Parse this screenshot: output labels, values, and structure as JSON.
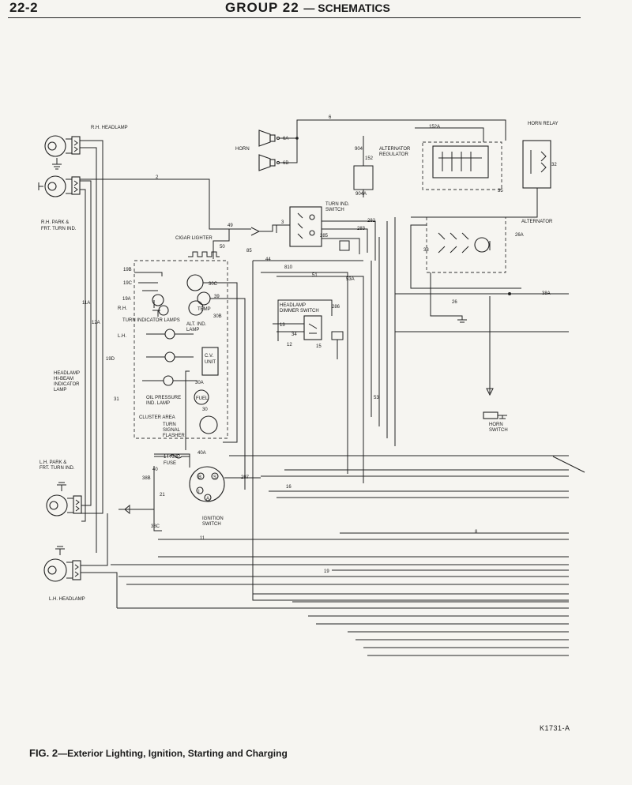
{
  "header": {
    "page_number": "22-2",
    "group_title": "GROUP 22",
    "group_subtitle": "— SCHEMATICS"
  },
  "labels": {
    "rh_headlamp": "R.H. HEADLAMP",
    "rh_park_1": "R.H. PARK &",
    "rh_park_2": "FRT. TURN IND.",
    "lh_park_1": "L.H. PARK &",
    "lh_park_2": "FRT. TURN IND.",
    "lh_headlamp": "L.H. HEADLAMP",
    "horn": "HORN",
    "alt_regulator_1": "ALTERNATOR",
    "alt_regulator_2": "REGULATOR",
    "horn_relay": "HORN RELAY",
    "alternator": "ALTERNATOR",
    "turn_switch_1": "TURN IND.",
    "turn_switch_2": "SWITCH",
    "cigar_lighter": "CIGAR LIGHTER",
    "turn_ind_lamps": "TURN INDICATOR LAMPS",
    "rh": "R.H.",
    "lh": "L.H.",
    "temp": "TEMP",
    "alt_ind_1": "ALT. IND.",
    "alt_ind_2": "LAMP",
    "cv_unit_1": "C.V.",
    "cv_unit_2": "UNIT",
    "fuel": "FUEL",
    "oil_1": "OIL PRESSURE",
    "oil_2": "IND. LAMP",
    "cluster_area": "CLUSTER AREA",
    "flasher_1": "TURN",
    "flasher_2": "SIGNAL",
    "flasher_3": "FLASHER",
    "hibeam_1": "HEADLAMP",
    "hibeam_2": "HI-BEAM",
    "hibeam_3": "INDICATOR",
    "hibeam_4": "LAMP",
    "dimmer_1": "HEADLAMP",
    "dimmer_2": "DIMMER SWITCH",
    "fuse_1": "14 AMP.",
    "fuse_2": "FUSE",
    "ign_1": "IGNITION",
    "ign_2": "SWITCH",
    "horn_switch_1": "HORN",
    "horn_switch_2": "SWITCH",
    "term_b": "B",
    "term_s": "S",
    "term_i": "I",
    "term_a": "A"
  },
  "wires": {
    "w6": "6",
    "w6a": "6A",
    "w6b": "6B",
    "w152a": "152A",
    "w904": "904",
    "w152": "152",
    "w904a": "904A",
    "w2": "2",
    "w49": "49",
    "w50": "50",
    "w85": "85",
    "w3": "3",
    "w282": "282",
    "w283": "283",
    "w285": "285",
    "w44": "44",
    "w810": "810",
    "w35": "35",
    "w32": "32",
    "w26a": "26A",
    "w38": "38",
    "w26": "26",
    "w38a": "38A",
    "w51": "51",
    "w53a": "53A",
    "w19b": "19B",
    "w19c": "19C",
    "w19a": "19A",
    "w39": "39",
    "w30c": "30C",
    "w30b": "30B",
    "w286": "286",
    "w13": "13",
    "w34": "34",
    "w12": "12",
    "w15": "15",
    "w11a": "11A",
    "w12a": "12A",
    "w19d": "19D",
    "w30a": "30A",
    "w30": "30",
    "w31": "31",
    "w38b": "38B",
    "w53": "53",
    "w40a": "40A",
    "w40": "40",
    "w297": "297",
    "w16": "16",
    "w38c": "38C",
    "w21": "21",
    "w11": "11",
    "w8": "8",
    "w19": "19"
  },
  "figure": {
    "code": "K1731-A",
    "caption_label": "FIG. 2",
    "caption_text": "—Exterior Lighting, Ignition, Starting and Charging"
  }
}
